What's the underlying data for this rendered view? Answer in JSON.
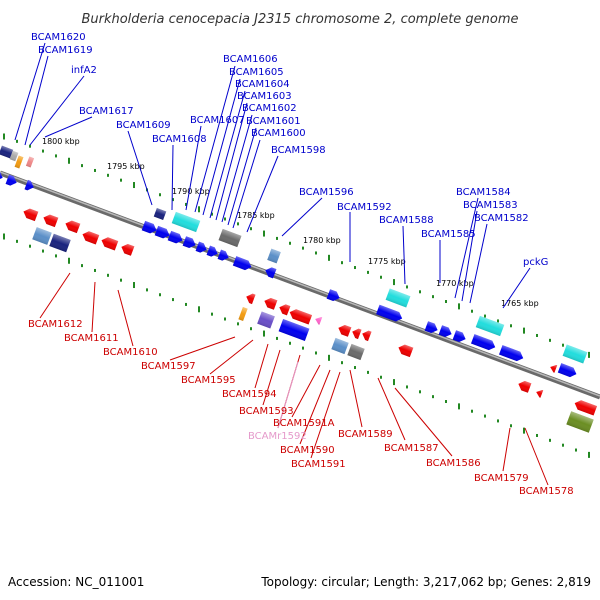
{
  "title": "Burkholderia cenocepacia J2315 chromosome 2, complete genome",
  "footer": {
    "accession": "Accession: NC_011001",
    "summary": "Topology: circular; Length: 3,217,062 bp; Genes: 2,819"
  },
  "colors": {
    "forward_label": "#0000cc",
    "reverse_label": "#cc0000",
    "rna_label": "#e59acb",
    "forward_gene": "#0000ee",
    "reverse_gene": "#ee0000",
    "tick": "#228822",
    "backbone": "#808080"
  },
  "kbp_labels": [
    "1800 kbp",
    "1795 kbp",
    "1790 kbp",
    "1785 kbp",
    "1780 kbp",
    "1775 kbp",
    "1770 kbp",
    "1765 kbp"
  ],
  "forward_genes": [
    "BCAM1620",
    "BCAM1619",
    "infA2",
    "BCAM1617",
    "BCAM1609",
    "BCAM1608",
    "BCAM1607",
    "BCAM1606",
    "BCAM1605",
    "BCAM1604",
    "BCAM1603",
    "BCAM1602",
    "BCAM1601",
    "BCAM1600",
    "BCAM1598",
    "BCAM1596",
    "BCAM1592",
    "BCAM1588",
    "BCAM1585",
    "BCAM1584",
    "BCAM1583",
    "BCAM1582",
    "pckG"
  ],
  "reverse_genes": [
    "BCAM1612",
    "BCAM1611",
    "BCAM1610",
    "BCAM1597",
    "BCAM1595",
    "BCAM1594",
    "BCAM1593",
    "BCAMr1592",
    "BCAM1591A",
    "BCAM1590",
    "BCAM1591",
    "BCAM1589",
    "BCAM1587",
    "BCAM1586",
    "BCAM1579",
    "BCAM1578"
  ]
}
